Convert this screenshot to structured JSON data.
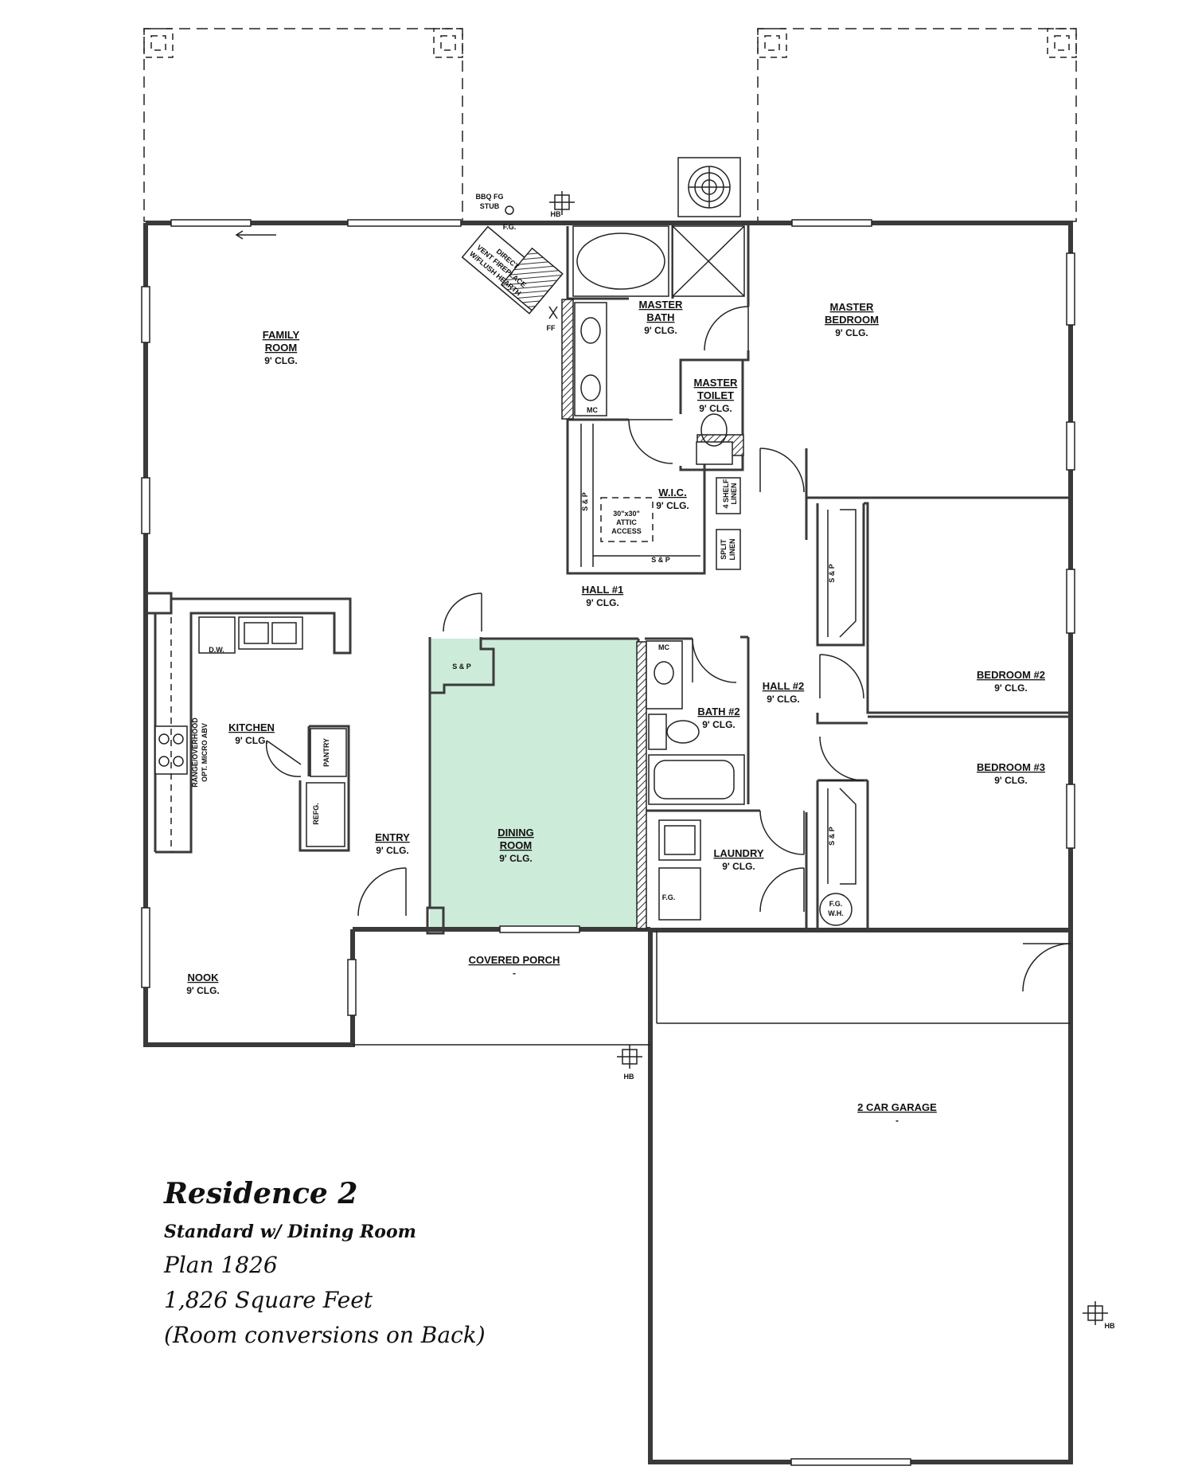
{
  "rooms": {
    "family": {
      "name_1": "FAMILY",
      "name_2": "ROOM",
      "clg": "9' CLG."
    },
    "master_bath": {
      "name_1": "MASTER",
      "name_2": "BATH",
      "clg": "9' CLG."
    },
    "master_bedroom": {
      "name_1": "MASTER",
      "name_2": "BEDROOM",
      "clg": "9' CLG."
    },
    "master_toilet": {
      "name_1": "MASTER",
      "name_2": "TOILET",
      "clg": "9' CLG."
    },
    "wic": {
      "name": "W.I.C.",
      "clg": "9' CLG."
    },
    "hall1": {
      "name": "HALL #1",
      "clg": "9' CLG."
    },
    "hall2": {
      "name": "HALL #2",
      "clg": "9' CLG."
    },
    "bath2": {
      "name": "BATH #2",
      "clg": "9' CLG."
    },
    "bedroom2": {
      "name": "BEDROOM #2",
      "clg": "9' CLG."
    },
    "bedroom3": {
      "name": "BEDROOM #3",
      "clg": "9' CLG."
    },
    "kitchen": {
      "name": "KITCHEN",
      "clg": "9' CLG."
    },
    "entry": {
      "name": "ENTRY",
      "clg": "9' CLG."
    },
    "dining": {
      "name_1": "DINING",
      "name_2": "ROOM",
      "clg": "9' CLG."
    },
    "laundry": {
      "name": "LAUNDRY",
      "clg": "9' CLG."
    },
    "covered_porch": {
      "name": "COVERED PORCH",
      "clg": "-"
    },
    "nook": {
      "name": "NOOK",
      "clg": "9' CLG."
    },
    "garage": {
      "name": "2 CAR GARAGE",
      "clg": "-"
    }
  },
  "fixtures": {
    "bbq_1": "BBQ FG",
    "bbq_2": "STUB",
    "fg": "F.G.",
    "fireplace_1": "DIRECT",
    "fireplace_2": "VENT FIREPLACE",
    "fireplace_3": "W/FLUSH HEARTH",
    "hb": "HB",
    "ff": "FF",
    "mc": "MC",
    "sp": "S & P",
    "attic_1": "30\"x30\"",
    "attic_2": "ATTIC",
    "attic_3": "ACCESS",
    "shelf_1": "4 SHELF",
    "shelf_2": "LINEN",
    "split_1": "SPLIT",
    "split_2": "LINEN",
    "dw": "D.W.",
    "range_1": "RANGE/OVERHOOD",
    "range_2": "OPT. MICRO ABV",
    "pantry": "PANTRY",
    "refg": "REFG.",
    "fg_wh_1": "F.G.",
    "fg_wh_2": "W.H.",
    "fg_laundry": "F.G."
  },
  "info": {
    "title": "Residence 2",
    "subtitle": "Standard w/ Dining Room",
    "plan": "Plan 1826",
    "sqft": "1,826 Square Feet",
    "note": "(Room conversions on Back)"
  },
  "colors": {
    "highlight": "#cdebd9",
    "walls": "#3a3a3a"
  }
}
